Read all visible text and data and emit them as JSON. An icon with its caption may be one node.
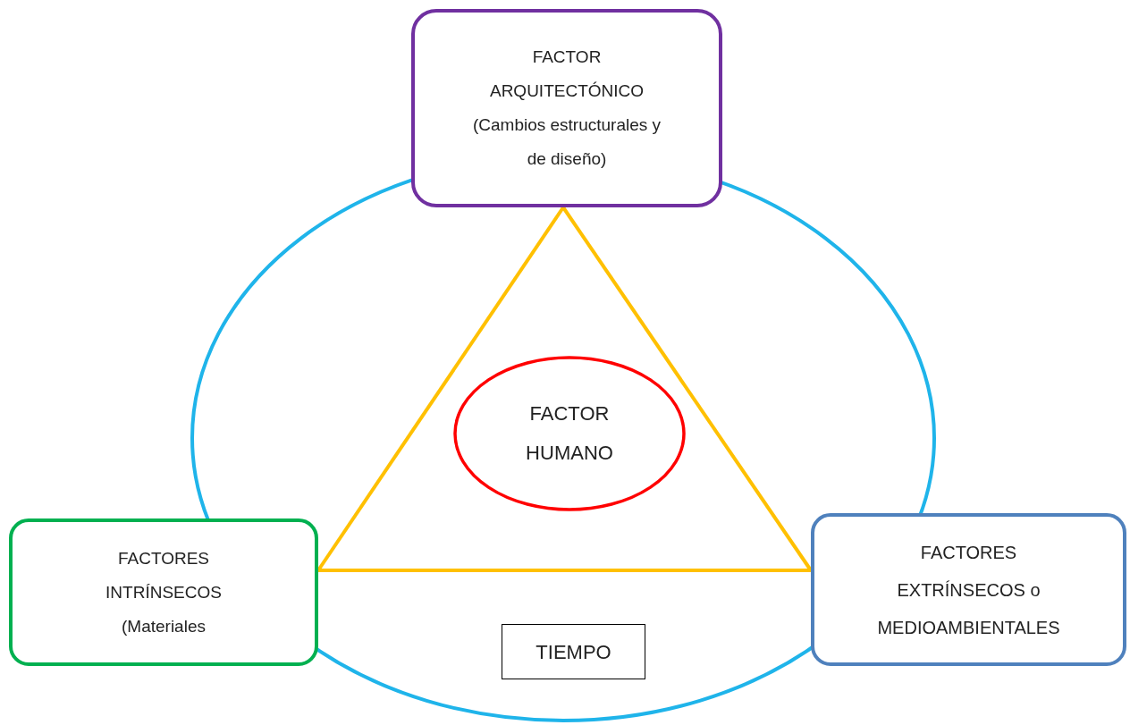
{
  "diagram": {
    "nodes": [
      {
        "text": [],
        "shape": "circle"
      },
      {
        "text": [
          "FACTOR ARQUITECTÓNICO (Cambios estructurales y de diseño)"
        ]
      },
      {
        "text": [
          "FACTOR HUMANO"
        ],
        "in": 0
      },
      {
        "text": [
          "FACTORES INTRÍNSECOS (Materiales"
        ]
      },
      {
        "text": [
          "FACTORES EXTRÍNSECOS o MEDIOAMBIENTALES"
        ]
      },
      {
        "text": [
          "TIEMPO"
        ],
        "in": 0
      }
    ],
    "edges": [
      {
        "from": 1,
        "to": 3,
        "arrow": "none",
        "color": "#ffc000"
      },
      {
        "from": 3,
        "to": 4,
        "arrow": "none",
        "color": "#ffc000"
      },
      {
        "from": 4,
        "to": 1,
        "arrow": "none",
        "color": "#ffc000"
      }
    ]
  }
}
